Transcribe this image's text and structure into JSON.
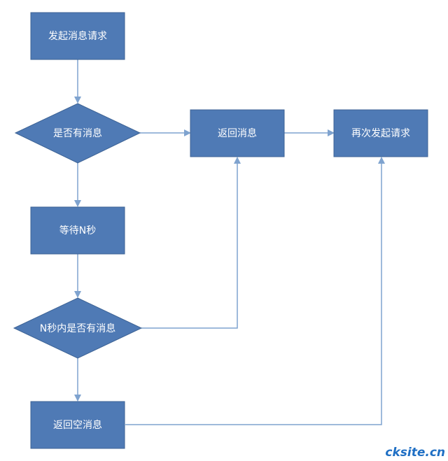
{
  "nodes": {
    "start": "发起消息请求",
    "has_msg": "是否有消息",
    "return_msg": "返回消息",
    "request_again": "再次发起请求",
    "wait": "等待N秒",
    "has_msg_within": "N秒内是否有消息",
    "return_empty": "返回空消息"
  },
  "watermark": "cksite.cn",
  "colors": {
    "node_fill": "#4f7ab5",
    "node_border": "#3d6395",
    "edge": "#7fa3cf",
    "node_text": "#ffffff",
    "watermark": "#1f6fc4"
  }
}
